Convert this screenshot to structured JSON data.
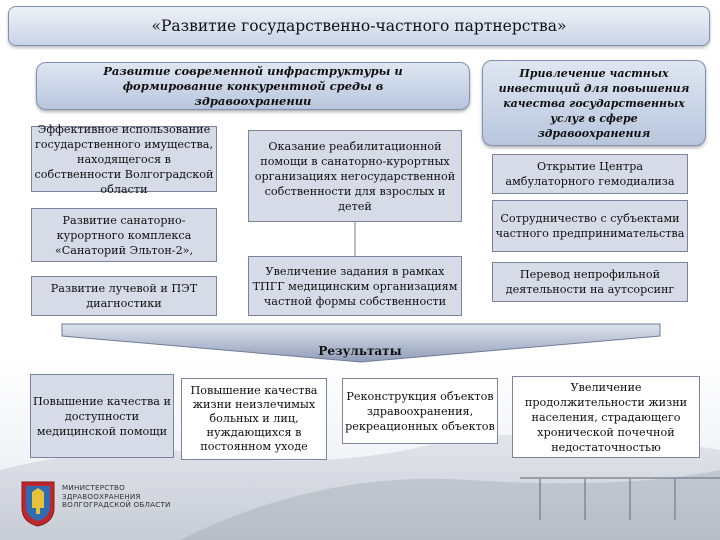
{
  "title": "«Развитие государственно-частного партнерства»",
  "left_header": "Развитие современной инфраструктуры и формирование конкурентной среды  в здравоохранении",
  "right_header": "Привлечение частных инвестиций для повышения качества государственных услуг в сфере здравоохранения",
  "left_items": [
    "Эффективное использование государственного имущества, находящегося в собственности Волгоградской области",
    "Развитие санаторно-курортного комплекса «Санаторий Эльтон-2»,",
    "Развитие лучевой и ПЭТ диагностики"
  ],
  "middle_items": [
    "Оказание реабилитационной помощи в санаторно-курортных организациях негосударственной собственности для взрослых и детей",
    "Увеличение задания в рамках ТПГГ медицинским организациям частной формы собственности"
  ],
  "right_items": [
    "Открытие Центра амбулаторного гемодиализа",
    "Сотрудничество с субъектами частного предпринимательства",
    "Перевод непрофильной деятельности на аутсорсинг"
  ],
  "results_label": "Результаты",
  "results": [
    "Повышение качества и доступности медицинской помощи",
    "Повышение качества жизни неизлечимых больных и лиц, нуждающихся в постоянном уходе",
    "Реконструкция объектов здравоохранения, рекреационных объектов",
    "Увеличение продолжительности жизни населения, страдающего хронической почечной недостаточностью"
  ],
  "logo": {
    "line1": "МИНИСТЕРСТВО",
    "line2": "ЗДРАВООХРАНЕНИЯ",
    "line3": "ВОЛГОГРАДСКОЙ ОБЛАСТИ"
  },
  "colors": {
    "box_fill": "#d7dbe7",
    "header_fill": "#c9d4e6",
    "chevron": "#9aa8c4"
  }
}
